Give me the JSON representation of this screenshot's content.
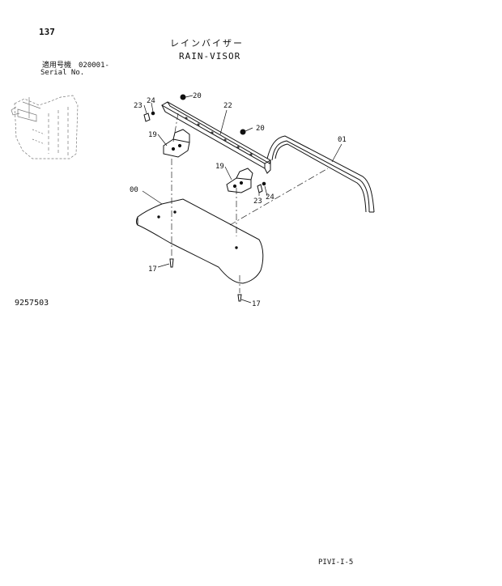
{
  "page_number": "137",
  "title_jp": "レインバイザー",
  "title_en": "RAIN-VISOR",
  "serial": {
    "label_jp": "適用号機",
    "label_en": "Serial No.",
    "range": "020001-"
  },
  "drawing_number": "9257503",
  "page_code": "PIVI-I-5",
  "callouts": {
    "c00": "00",
    "c01": "01",
    "c17a": "17",
    "c17b": "17",
    "c19a": "19",
    "c19b": "19",
    "c20a": "20",
    "c20b": "20",
    "c22": "22",
    "c23a": "23",
    "c23b": "23",
    "c24a": "24",
    "c24b": "24"
  }
}
